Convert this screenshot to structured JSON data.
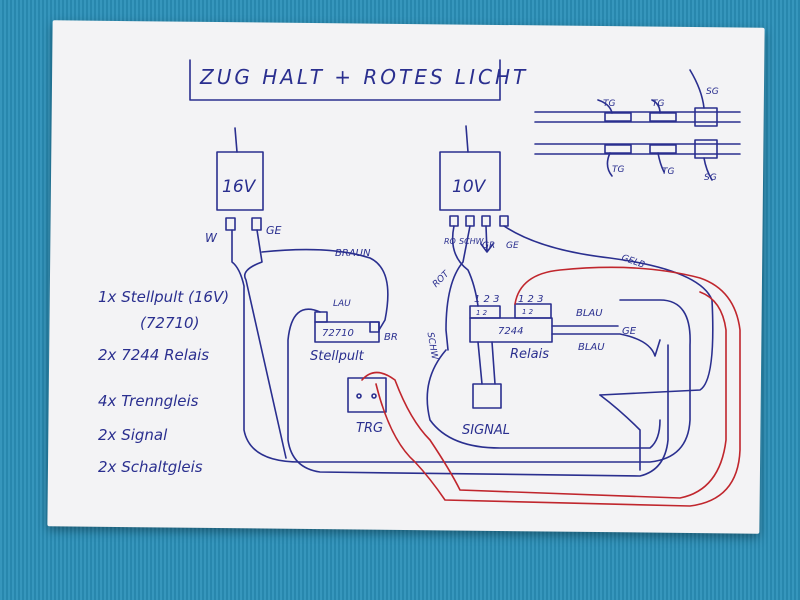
{
  "title": "ZUG HALT + ROTES LICHT",
  "transformers": [
    {
      "label": "16V",
      "terminals": [
        "W",
        "GE"
      ]
    },
    {
      "label": "10V",
      "terminals": [
        "RO",
        "SCHW",
        "GR",
        "GE"
      ]
    }
  ],
  "wire_labels": {
    "braun": "BRAUN",
    "rot": "ROT",
    "schw": "SCHW",
    "gelb": "GELB",
    "blau1": "BLAU",
    "blau2": "BLAU",
    "ge": "GE",
    "br": "BR"
  },
  "components": {
    "stellpult": {
      "label": "Stellpult",
      "model": "72710",
      "pin": "LAU"
    },
    "relais": {
      "label": "Relais",
      "model": "7244",
      "pins_left": "1 2 3",
      "pins_right": "1 2 3",
      "sub_left": "1 2",
      "sub_right": "1 2"
    },
    "signal": {
      "label": "SIGNAL"
    },
    "trg": {
      "label": "TRG"
    }
  },
  "track_labels": {
    "top": [
      "TG",
      "TG",
      "SG"
    ],
    "bottom": [
      "TG",
      "TG",
      "SG"
    ]
  },
  "parts_list": [
    "1x Stellpult (16V)",
    "(72710)",
    "2x 7244 Relais",
    "4x Trenngleis",
    "2x Signal",
    "2x Schaltgleis"
  ],
  "colors": {
    "ink": "#2a2f8f",
    "red": "#c0262d",
    "paper": "#f3f3f5",
    "background": "#2a8fb8"
  }
}
